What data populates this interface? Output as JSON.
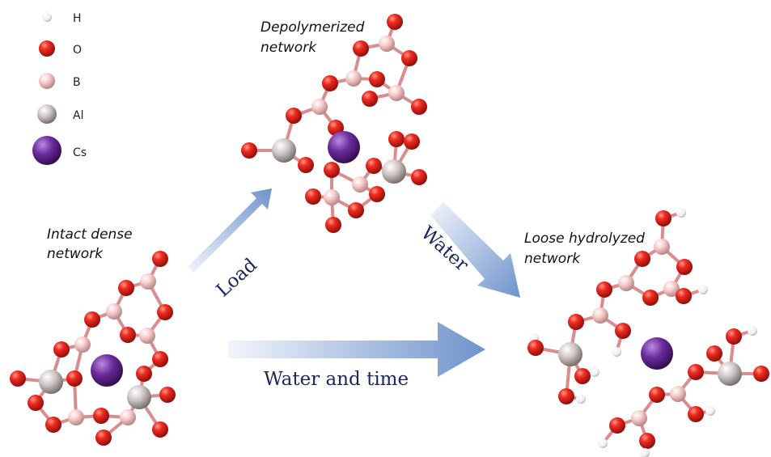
{
  "legend": {
    "items": [
      {
        "symbol": "H",
        "label": "H",
        "color": "#ffffff"
      },
      {
        "symbol": "O",
        "label": "O",
        "color": "#e8221e"
      },
      {
        "symbol": "B",
        "label": "B",
        "color": "#f4c6c6"
      },
      {
        "symbol": "Al",
        "label": "Al",
        "color": "#c7bebe"
      },
      {
        "symbol": "Cs",
        "label": "Cs",
        "color": "#6e2f9a"
      }
    ]
  },
  "labels": {
    "intact": [
      "Intact dense",
      "network"
    ],
    "depolymerized": [
      "Depolymerized",
      "network"
    ],
    "loose": [
      "Loose hydrolyzed",
      "network"
    ]
  },
  "arrows": {
    "load": "Load",
    "water": "Water",
    "water_time": "Water and time"
  },
  "colors": {
    "arrow": "#7b9bd0",
    "bond": "#d98d8d"
  }
}
